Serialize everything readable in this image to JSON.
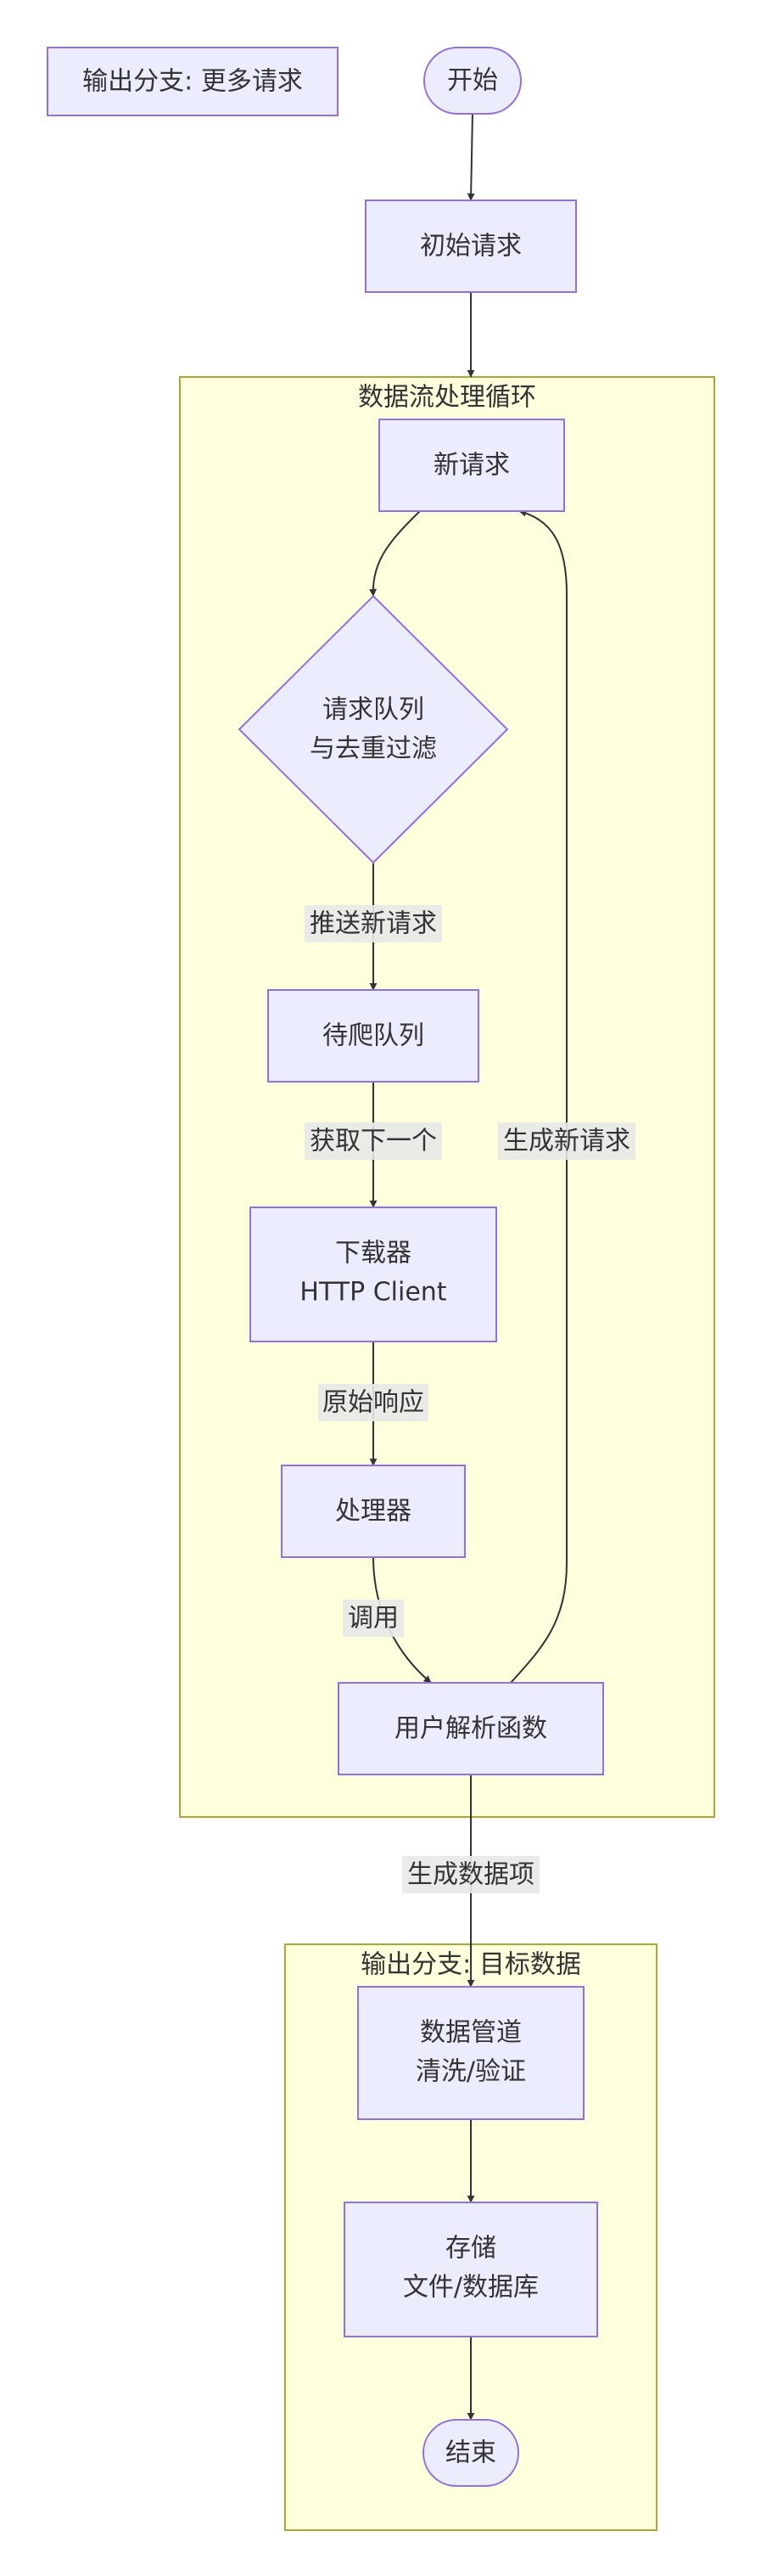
{
  "colors": {
    "node_fill": "#ececff",
    "node_stroke": "#9370db",
    "cluster_fill": "#ffffde",
    "cluster_stroke": "#aaaa33",
    "edge": "#333333",
    "edge_label_bg": "#e8e8e8",
    "text": "#333333"
  },
  "clusters": {
    "loop": {
      "title": "数据流处理循环"
    },
    "output": {
      "title": "输出分支: 目标数据"
    }
  },
  "nodes": {
    "note": {
      "lines": [
        "输出分支: 更多请求"
      ]
    },
    "start": {
      "lines": [
        "开始"
      ]
    },
    "init_request": {
      "lines": [
        "初始请求"
      ]
    },
    "new_request": {
      "lines": [
        "新请求"
      ]
    },
    "queue_dedup": {
      "lines": [
        "请求队列",
        "与去重过滤"
      ]
    },
    "crawl_queue": {
      "lines": [
        "待爬队列"
      ]
    },
    "downloader": {
      "lines": [
        "下载器",
        "HTTP Client"
      ]
    },
    "processor": {
      "lines": [
        "处理器"
      ]
    },
    "parser": {
      "lines": [
        "用户解析函数"
      ]
    },
    "pipeline": {
      "lines": [
        "数据管道",
        "清洗/验证"
      ]
    },
    "storage": {
      "lines": [
        "存储",
        "文件/数据库"
      ]
    },
    "end": {
      "lines": [
        "结束"
      ]
    }
  },
  "edges": {
    "push_new": {
      "label": "推送新请求"
    },
    "fetch_next": {
      "label": "获取下一个"
    },
    "raw_response": {
      "label": "原始响应"
    },
    "invoke": {
      "label": "调用"
    },
    "gen_request": {
      "label": "生成新请求"
    },
    "gen_items": {
      "label": "生成数据项"
    }
  }
}
